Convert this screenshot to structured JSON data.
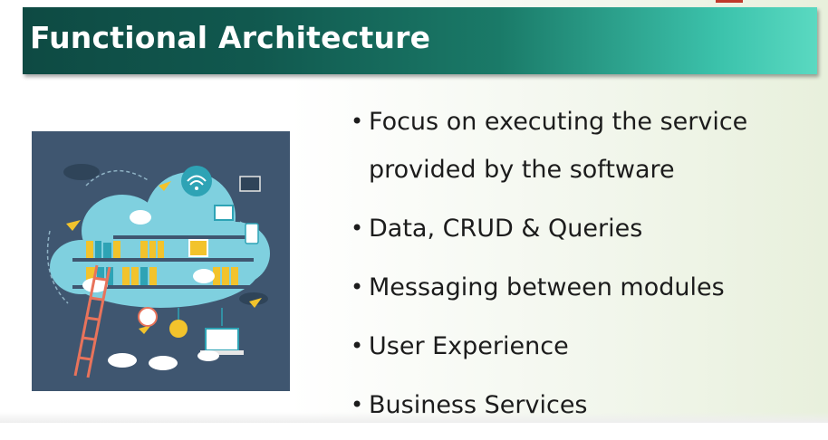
{
  "title": "Functional Architecture",
  "bullets": [
    "Focus on executing the service provided by the software",
    "Data, CRUD & Queries",
    "Messaging between modules",
    "User Experience",
    "Business Services"
  ],
  "colors": {
    "title_bar_dark": "#0e4a43",
    "title_bar_light": "#5ad9c1",
    "illustration_bg": "#3f5670",
    "cloud": "#7fd0df",
    "accent_yellow": "#f2c32c",
    "ladder": "#e8735b"
  }
}
